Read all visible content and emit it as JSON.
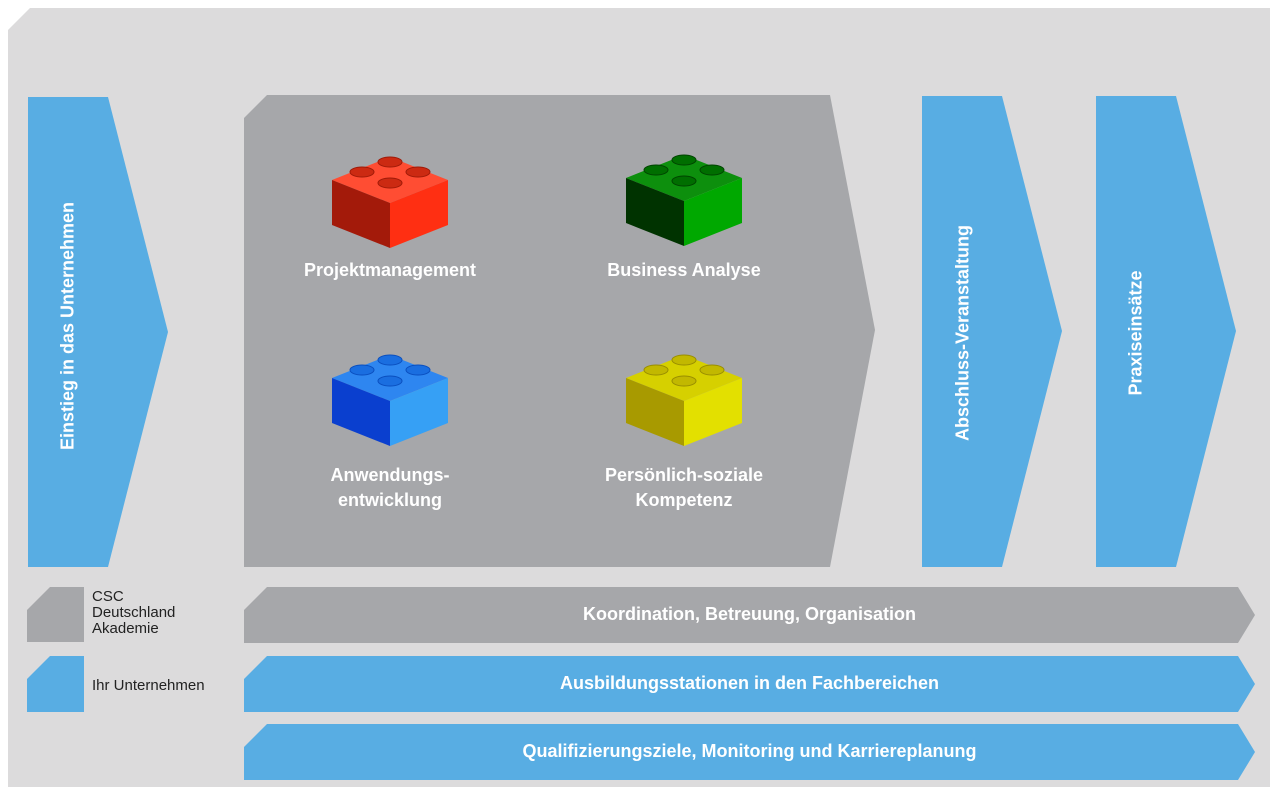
{
  "colors": {
    "background": "#dcdbdc",
    "blue": "#58ade3",
    "gray": "#a6a7aa",
    "text_light": "#ffffff",
    "text_dark": "#222222"
  },
  "stages": {
    "entry": "Einstieg in das Unternehmen",
    "closing": "Abschluss-Veranstaltung",
    "practice": "Praxiseinsätze"
  },
  "modules": [
    {
      "label": "Projektmanagement",
      "color": "red"
    },
    {
      "label": "Business Analyse",
      "color": "green"
    },
    {
      "label": "Anwendungs-\nentwicklung",
      "color": "blue"
    },
    {
      "label": "Persönlich-soziale\nKompetenz",
      "color": "yellow"
    }
  ],
  "legend": {
    "academy": "CSC\nDeutschland\nAkademie",
    "company": "Ihr Unternehmen"
  },
  "bars": {
    "coordination": "Koordination, Betreuung, Organisation",
    "stations": "Ausbildungsstationen in den Fachbereichen",
    "goals": "Qualifizierungsziele, Monitoring und Karriereplanung"
  }
}
